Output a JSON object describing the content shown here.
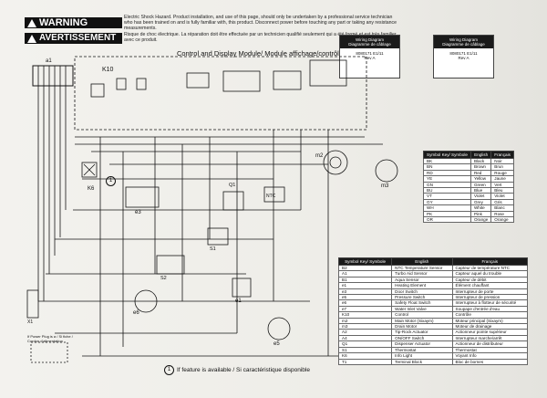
{
  "warning": {
    "en_label": "WARNING",
    "fr_label": "AVERTISSEMENT",
    "en_text": "Electric Shock Hazard. Product installation, and use of this page, should only be undertaken by a professional service technician who has been trained on and is fully familiar with, this product. Disconnect power before touching any part or taking any resistance measurements.",
    "fr_text": "Risque de choc électrique. La réparation doit être effectuée par un technicien qualifié seulement qui a été formé et est très familier avec ce produit."
  },
  "diagram_title": "Control and Display Module/ Module affichage/contrôle",
  "wiring_boxes": [
    {
      "title": "Wiring Diagram",
      "subtitle": "Diagramme de câblage",
      "part": "8080171 E1/11",
      "rev": "Rev A"
    },
    {
      "title": "Wiring Diagram",
      "subtitle": "Diagramme de câblage",
      "part": "8080171 E1/11",
      "rev": "Rev A"
    }
  ],
  "color_table": {
    "headers": [
      "Symbol Key/ Symbole",
      "English",
      "Français"
    ],
    "rows": [
      [
        "BK",
        "Black",
        "Noir"
      ],
      [
        "BN",
        "Brown",
        "Brun"
      ],
      [
        "RD",
        "Red",
        "Rouge"
      ],
      [
        "YE",
        "Yellow",
        "Jaune"
      ],
      [
        "GN",
        "Green",
        "Vert"
      ],
      [
        "BU",
        "Blue",
        "Bleu"
      ],
      [
        "VT",
        "Violet",
        "Violet"
      ],
      [
        "GY",
        "Grey",
        "Gris"
      ],
      [
        "WH",
        "White",
        "Blanc"
      ],
      [
        "PK",
        "Pink",
        "Rose"
      ],
      [
        "OR",
        "Orange",
        "Orange"
      ]
    ]
  },
  "component_table": {
    "headers": [
      "Symbol Key/ Symbole",
      "English",
      "Français"
    ],
    "rows": [
      [
        "B2",
        "NTC Temperature Sensor",
        "Capteur de température NTC"
      ],
      [
        "A1",
        "Turbo Aid Sensor",
        "Capteur aquel du trouble"
      ],
      [
        "B1",
        "Aqua Sensor",
        "Capteur de débit"
      ],
      [
        "e1",
        "Heating Element",
        "Élément chauffant"
      ],
      [
        "e3",
        "Door Switch",
        "Interrupteur de porte"
      ],
      [
        "e5",
        "Pressure Switch",
        "Interrupteur de pression"
      ],
      [
        "e6",
        "Safety Float Switch",
        "Interrupteur à flotteur de sécurité"
      ],
      [
        "e7",
        "Water Inlet Valve",
        "Soupape d'entrée d'eau"
      ],
      [
        "K10",
        "Control",
        "Contrôle"
      ],
      [
        "m2",
        "Main Motor (Sixaym)",
        "Moteur principal (Sixaym)"
      ],
      [
        "m3",
        "Drain Motor",
        "Moteur de drainage"
      ],
      [
        "A2",
        "Tip-Rock Actuator",
        "Actionneur pointe supérieur"
      ],
      [
        "A4",
        "ON/OFF Switch",
        "Interrupteur marche/arrêt"
      ],
      [
        "Q1",
        "Dispenser Actuator",
        "Actionneur de distributeur"
      ],
      [
        "S1",
        "Thermostat",
        "Thermostat"
      ],
      [
        "K6",
        "Info Light",
        "Voyant Info"
      ],
      [
        "T1",
        "Terminal Block",
        "Bloc de bornes"
      ]
    ]
  },
  "labels": {
    "a1": "a1",
    "k10": "K10",
    "k6": "K6",
    "e3": "e3",
    "q1": "Q1",
    "s1": "S1",
    "s2": "S2",
    "e5": "e5",
    "e6": "e6",
    "e1": "e1",
    "m2": "m2",
    "m3": "m3",
    "ntc": "NTC",
    "x1": "X1",
    "circle1": "1"
  },
  "small_note": "If Power Plug is a / Si fiche / Cordon d'alimentation",
  "footnote": "If feature is available / Si caractéristique disponible",
  "footnote_marker": "1"
}
